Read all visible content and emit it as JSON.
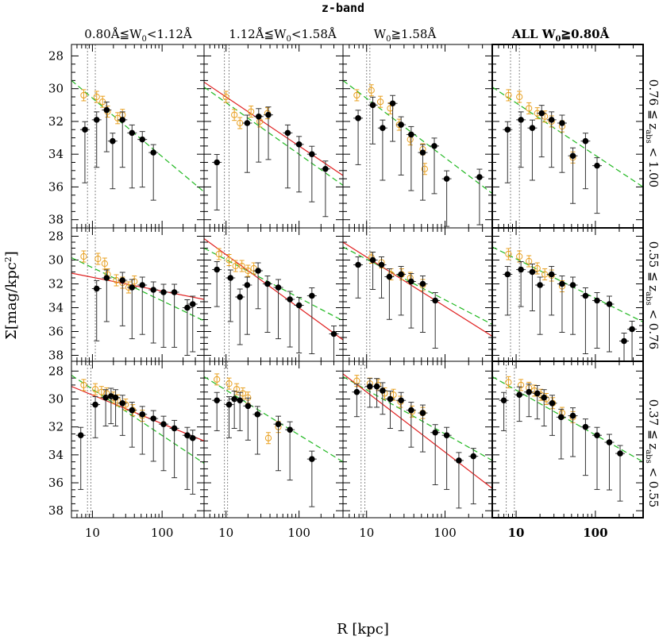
{
  "title": "z-band",
  "xlabel": "R [kpc]",
  "ylabel": "Σ[mag/kpc²]",
  "columns": [
    {
      "label": "0.80Å≦W0<1.12Å"
    },
    {
      "label": "1.12Å≦W0<1.58Å"
    },
    {
      "label": "W0≧1.58Å"
    },
    {
      "label": "ALL W0≧0.80Å"
    }
  ],
  "rows": [
    {
      "label": "0.76 ≦ zabs < 1.00"
    },
    {
      "label": "0.55 ≦ zabs < 0.76"
    },
    {
      "label": "0.37 ≦ zabs < 0.55"
    }
  ],
  "yticks": [
    "28",
    "30",
    "32",
    "34",
    "36",
    "38"
  ],
  "xticks": [
    "10",
    "100"
  ],
  "colors": {
    "data": "#000000",
    "comparison": "#e8a020",
    "fit": "#e02020",
    "reference_fit": "#20b820",
    "guide": "#888888"
  },
  "chart_data": {
    "type": "scatter",
    "title": "z-band",
    "xlabel": "R [kpc]",
    "ylabel": "Σ[mag/kpc²]",
    "xscale": "log",
    "xlim": [
      5,
      400
    ],
    "ylim": [
      38.5,
      27.3
    ],
    "y_inverted": true,
    "grid": false,
    "panels": [
      {
        "row": 0,
        "col": 0,
        "points": [
          [
            7.8,
            32.5
          ],
          [
            11.5,
            31.9
          ],
          [
            16,
            31.3
          ],
          [
            19.5,
            33.2
          ],
          [
            27,
            31.9
          ],
          [
            37,
            32.7
          ],
          [
            52,
            33.1
          ],
          [
            75,
            33.9
          ]
        ],
        "comparison": [
          [
            7.5,
            30.4
          ],
          [
            11.5,
            30.5
          ],
          [
            14,
            30.8
          ],
          [
            16.5,
            31.4
          ],
          [
            23,
            31.8
          ],
          [
            27,
            31.6
          ]
        ],
        "fit": [],
        "reference_fit": [
          [
            5,
            29.5
          ],
          [
            400,
            36.3
          ]
        ],
        "guides": [
          8.5,
          11.0
        ]
      },
      {
        "row": 0,
        "col": 1,
        "points": [
          [
            7.5,
            34.5
          ],
          [
            19.5,
            32.1
          ],
          [
            28,
            31.7
          ],
          [
            38,
            31.6
          ],
          [
            70,
            32.7
          ],
          [
            100,
            33.4
          ],
          [
            150,
            34.0
          ],
          [
            230,
            34.9
          ]
        ],
        "comparison": [
          [
            10,
            30.5
          ],
          [
            13,
            31.6
          ],
          [
            15.5,
            32.1
          ],
          [
            22,
            31.4
          ],
          [
            29,
            32.0
          ],
          [
            37,
            31.5
          ]
        ],
        "fit": [
          [
            5,
            29.6
          ],
          [
            400,
            35.3
          ]
        ],
        "reference_fit": [
          [
            5,
            29.9
          ],
          [
            400,
            35.9
          ]
        ],
        "guides": [
          9.5,
          11.0
        ]
      },
      {
        "row": 0,
        "col": 2,
        "points": [
          [
            7.8,
            31.8
          ],
          [
            12,
            31.0
          ],
          [
            16,
            32.4
          ],
          [
            21.5,
            30.9
          ],
          [
            27.5,
            32.2
          ],
          [
            37,
            32.8
          ],
          [
            52,
            33.9
          ],
          [
            73,
            33.5
          ],
          [
            105,
            35.5
          ],
          [
            275,
            35.4
          ]
        ],
        "comparison": [
          [
            7.5,
            30.4
          ],
          [
            11.5,
            30.1
          ],
          [
            15,
            30.8
          ],
          [
            20,
            31.2
          ],
          [
            26,
            32.2
          ],
          [
            36,
            33.1
          ],
          [
            52,
            33.7
          ],
          [
            55,
            34.9
          ]
        ],
        "fit": [],
        "reference_fit": [
          [
            5,
            29.5
          ],
          [
            400,
            36.4
          ]
        ],
        "guides": [
          10.0,
          11.0
        ]
      },
      {
        "row": 0,
        "col": 3,
        "points": [
          [
            7.8,
            32.5
          ],
          [
            11.5,
            31.9
          ],
          [
            16,
            32.4
          ],
          [
            21,
            31.5
          ],
          [
            28,
            31.9
          ],
          [
            38,
            32.1
          ],
          [
            52,
            34.1
          ],
          [
            75,
            33.2
          ],
          [
            105,
            34.7
          ]
        ],
        "comparison": [
          [
            8,
            30.4
          ],
          [
            11,
            30.5
          ],
          [
            14.5,
            31.2
          ],
          [
            18.5,
            31.5
          ],
          [
            23,
            31.7
          ],
          [
            28,
            32.0
          ],
          [
            38,
            32.3
          ],
          [
            52,
            34.2
          ]
        ],
        "fit": [],
        "reference_fit": [
          [
            5,
            29.9
          ],
          [
            400,
            36.0
          ]
        ],
        "guides": [
          8.5,
          11.0
        ]
      },
      {
        "row": 1,
        "col": 0,
        "points": [
          [
            11.5,
            32.4
          ],
          [
            16,
            31.5
          ],
          [
            27,
            31.7
          ],
          [
            37,
            32.3
          ],
          [
            52,
            32.1
          ],
          [
            75,
            32.5
          ],
          [
            105,
            32.7
          ],
          [
            150,
            32.7
          ],
          [
            230,
            34.0
          ],
          [
            275,
            33.7
          ]
        ],
        "comparison": [
          [
            7.5,
            29.7
          ],
          [
            12,
            29.9
          ],
          [
            15,
            30.3
          ],
          [
            16.5,
            31.2
          ],
          [
            22,
            31.7
          ],
          [
            27,
            31.9
          ],
          [
            33,
            32.3
          ],
          [
            40,
            31.8
          ]
        ],
        "fit": [
          [
            5,
            31.1
          ],
          [
            400,
            33.3
          ]
        ],
        "reference_fit": [
          [
            5,
            29.8
          ],
          [
            400,
            35.1
          ]
        ],
        "guides": [
          8.5,
          11.0
        ]
      },
      {
        "row": 1,
        "col": 1,
        "points": [
          [
            7.5,
            30.8
          ],
          [
            11.5,
            31.5
          ],
          [
            15.5,
            33.1
          ],
          [
            19.5,
            32.1
          ],
          [
            27.5,
            30.9
          ],
          [
            37,
            32.0
          ],
          [
            52,
            32.3
          ],
          [
            75,
            33.3
          ],
          [
            100,
            33.8
          ],
          [
            150,
            33.0
          ],
          [
            300,
            36.2
          ]
        ],
        "comparison": [
          [
            8,
            29.5
          ],
          [
            11,
            30.0
          ],
          [
            13.5,
            30.5
          ],
          [
            16.5,
            30.5
          ],
          [
            20,
            30.9
          ],
          [
            24,
            30.7
          ]
        ],
        "fit": [
          [
            5,
            28.2
          ],
          [
            400,
            36.7
          ]
        ],
        "reference_fit": [
          [
            5,
            29.0
          ],
          [
            400,
            35.1
          ]
        ],
        "guides": [
          9.5,
          11.0
        ]
      },
      {
        "row": 1,
        "col": 2,
        "points": [
          [
            7.8,
            30.4
          ],
          [
            12,
            30.0
          ],
          [
            15.5,
            30.4
          ],
          [
            19.5,
            31.4
          ],
          [
            27.5,
            31.2
          ],
          [
            37,
            31.8
          ],
          [
            52,
            32.0
          ],
          [
            75,
            33.4
          ]
        ],
        "comparison": [
          [
            11.5,
            29.8
          ],
          [
            15.5,
            30.2
          ],
          [
            20.5,
            31.2
          ],
          [
            28,
            31.2
          ],
          [
            36,
            31.5
          ],
          [
            52,
            32.1
          ]
        ],
        "fit": [
          [
            5,
            28.5
          ],
          [
            400,
            36.4
          ]
        ],
        "reference_fit": [
          [
            5,
            28.9
          ],
          [
            400,
            35.4
          ]
        ],
        "guides": [
          10.0,
          11.0
        ]
      },
      {
        "row": 1,
        "col": 3,
        "points": [
          [
            7.8,
            31.2
          ],
          [
            11.5,
            30.8
          ],
          [
            16,
            31.0
          ],
          [
            20,
            32.1
          ],
          [
            28,
            31.2
          ],
          [
            38,
            32.0
          ],
          [
            52,
            32.1
          ],
          [
            75,
            33.0
          ],
          [
            105,
            33.4
          ],
          [
            150,
            33.7
          ],
          [
            230,
            36.8
          ],
          [
            290,
            35.8
          ]
        ],
        "comparison": [
          [
            8,
            29.5
          ],
          [
            11,
            29.7
          ],
          [
            14.5,
            30.1
          ],
          [
            18.5,
            30.7
          ],
          [
            23,
            31.2
          ],
          [
            28,
            31.3
          ],
          [
            38,
            32.2
          ]
        ],
        "fit": [],
        "reference_fit": [
          [
            5,
            28.9
          ],
          [
            400,
            35.2
          ]
        ],
        "guides": [
          8.5,
          11.0
        ]
      },
      {
        "row": 2,
        "col": 0,
        "points": [
          [
            6.8,
            32.6
          ],
          [
            11,
            30.4
          ],
          [
            15.5,
            29.9
          ],
          [
            18.5,
            29.8
          ],
          [
            21.5,
            29.9
          ],
          [
            27,
            30.3
          ],
          [
            37,
            30.8
          ],
          [
            52,
            31.1
          ],
          [
            75,
            31.4
          ],
          [
            105,
            31.8
          ],
          [
            150,
            32.1
          ],
          [
            230,
            32.6
          ],
          [
            275,
            32.8
          ]
        ],
        "comparison": [
          [
            7.5,
            29.0
          ],
          [
            11,
            29.3
          ],
          [
            13.5,
            29.5
          ],
          [
            16,
            29.6
          ],
          [
            20,
            29.9
          ],
          [
            23,
            30.1
          ],
          [
            30,
            30.4
          ],
          [
            38,
            30.8
          ],
          [
            52,
            31.2
          ]
        ],
        "fit": [
          [
            5,
            29.1
          ],
          [
            400,
            33.0
          ]
        ],
        "reference_fit": [
          [
            5,
            28.3
          ],
          [
            400,
            34.6
          ]
        ],
        "guides": [
          8.5,
          9.5
        ]
      },
      {
        "row": 2,
        "col": 1,
        "points": [
          [
            7.5,
            30.1
          ],
          [
            11,
            30.4
          ],
          [
            13,
            30.0
          ],
          [
            15.5,
            30.1
          ],
          [
            20,
            30.5
          ],
          [
            27,
            31.1
          ],
          [
            52,
            31.8
          ],
          [
            75,
            32.2
          ],
          [
            150,
            34.3
          ]
        ],
        "comparison": [
          [
            7.5,
            28.6
          ],
          [
            11,
            28.9
          ],
          [
            14,
            29.3
          ],
          [
            17,
            29.6
          ],
          [
            20,
            29.9
          ],
          [
            38,
            32.8
          ],
          [
            52,
            32.0
          ]
        ],
        "fit": [],
        "reference_fit": [
          [
            5,
            28.4
          ],
          [
            400,
            34.5
          ]
        ],
        "guides": [
          9.5,
          10.5
        ]
      },
      {
        "row": 2,
        "col": 2,
        "points": [
          [
            7.5,
            29.5
          ],
          [
            11,
            29.1
          ],
          [
            13.5,
            29.1
          ],
          [
            16,
            29.4
          ],
          [
            20,
            30.0
          ],
          [
            27.5,
            30.1
          ],
          [
            37,
            30.8
          ],
          [
            52,
            31.0
          ],
          [
            75,
            32.4
          ],
          [
            105,
            32.6
          ],
          [
            150,
            34.4
          ],
          [
            230,
            34.1
          ]
        ],
        "comparison": [
          [
            7.5,
            28.7
          ],
          [
            11,
            28.9
          ],
          [
            14,
            29.0
          ],
          [
            17,
            29.6
          ],
          [
            22,
            29.7
          ],
          [
            27,
            30.2
          ],
          [
            38,
            30.9
          ],
          [
            52,
            31.0
          ]
        ],
        "fit": [
          [
            5,
            28.2
          ],
          [
            400,
            36.4
          ]
        ],
        "reference_fit": [
          [
            5,
            28.4
          ],
          [
            400,
            34.4
          ]
        ],
        "guides": [
          8.5,
          9.5
        ]
      },
      {
        "row": 2,
        "col": 3,
        "points": [
          [
            7,
            30.1
          ],
          [
            11,
            29.7
          ],
          [
            14.5,
            29.5
          ],
          [
            18.5,
            29.6
          ],
          [
            22.5,
            29.9
          ],
          [
            28.5,
            30.3
          ],
          [
            37,
            31.3
          ],
          [
            52,
            31.2
          ],
          [
            75,
            32.0
          ],
          [
            105,
            32.6
          ],
          [
            150,
            33.1
          ],
          [
            205,
            33.9
          ]
        ],
        "comparison": [
          [
            8,
            28.8
          ],
          [
            11.5,
            29.0
          ],
          [
            14.5,
            29.2
          ],
          [
            17,
            29.4
          ],
          [
            20.5,
            29.7
          ],
          [
            24,
            30.0
          ],
          [
            29,
            30.3
          ],
          [
            38,
            31.0
          ],
          [
            52,
            31.3
          ]
        ],
        "fit": [],
        "reference_fit": [
          [
            5,
            28.4
          ],
          [
            400,
            34.5
          ]
        ],
        "guides": [
          7.5,
          9.5
        ]
      }
    ]
  }
}
